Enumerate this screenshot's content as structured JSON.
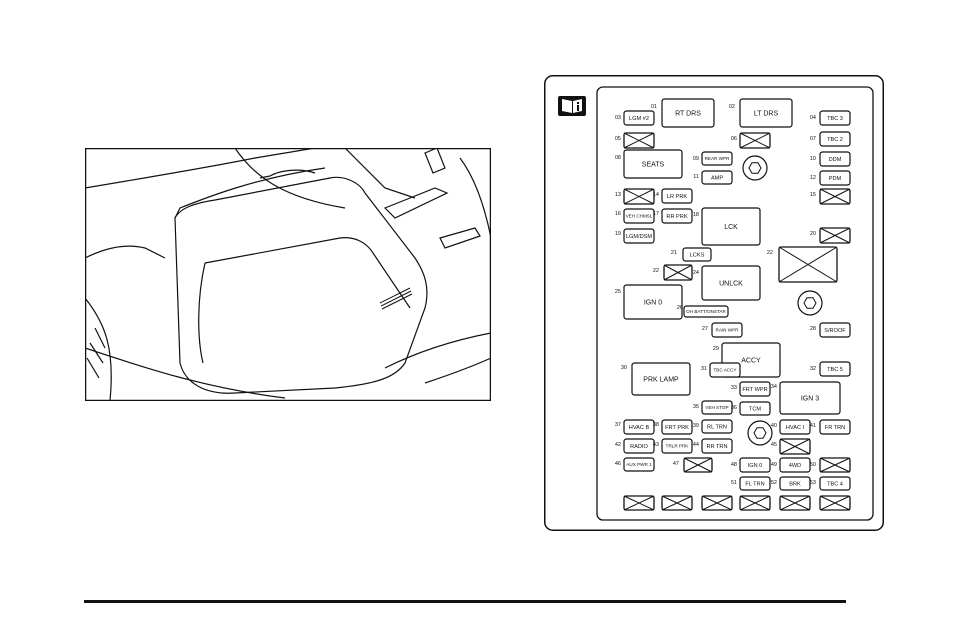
{
  "fuses": [
    {
      "id": "f01",
      "num": "01",
      "label": "RT DRS"
    },
    {
      "id": "f02",
      "num": "02",
      "label": "LT DRS"
    },
    {
      "id": "f03",
      "num": "03",
      "label": "LGM #2"
    },
    {
      "id": "f04",
      "num": "04",
      "label": "TBC 3"
    },
    {
      "id": "f05",
      "num": "05",
      "label": ""
    },
    {
      "id": "f06",
      "num": "06",
      "label": ""
    },
    {
      "id": "f07",
      "num": "07",
      "label": "TBC 2"
    },
    {
      "id": "f08",
      "num": "08",
      "label": "SEATS"
    },
    {
      "id": "f09",
      "num": "09",
      "label": "REAR WPR"
    },
    {
      "id": "f10",
      "num": "10",
      "label": "DDM"
    },
    {
      "id": "f11",
      "num": "11",
      "label": "AMP"
    },
    {
      "id": "f12",
      "num": "12",
      "label": "PDM"
    },
    {
      "id": "f13",
      "num": "13",
      "label": ""
    },
    {
      "id": "f14",
      "num": "14",
      "label": "LR PRK"
    },
    {
      "id": "f15",
      "num": "15",
      "label": ""
    },
    {
      "id": "f16",
      "num": "16",
      "label": "VEH CHMSL"
    },
    {
      "id": "f17",
      "num": "17",
      "label": "RR PRK"
    },
    {
      "id": "f18",
      "num": "18",
      "label": "LCK"
    },
    {
      "id": "f19",
      "num": "19",
      "label": "LGM/DSM"
    },
    {
      "id": "f20",
      "num": "20",
      "label": ""
    },
    {
      "id": "f21",
      "num": "21",
      "label": "LCKS"
    },
    {
      "id": "f22a",
      "num": "22",
      "label": ""
    },
    {
      "id": "f22b",
      "num": "22",
      "label": ""
    },
    {
      "id": "f24",
      "num": "24",
      "label": "UNLCK"
    },
    {
      "id": "f25",
      "num": "25",
      "label": "IGN 0"
    },
    {
      "id": "f26",
      "num": "26",
      "label": "OH BATT/ONSTAR"
    },
    {
      "id": "f27",
      "num": "27",
      "label": "RAIN WPR"
    },
    {
      "id": "f28",
      "num": "28",
      "label": "S/ROOF"
    },
    {
      "id": "f29",
      "num": "29",
      "label": "ACCY"
    },
    {
      "id": "f30",
      "num": "30",
      "label": "PRK LAMP"
    },
    {
      "id": "f31",
      "num": "31",
      "label": "TBC ACCY"
    },
    {
      "id": "f32",
      "num": "32",
      "label": "TBC 5"
    },
    {
      "id": "f33",
      "num": "33",
      "label": "FRT WPR"
    },
    {
      "id": "f34",
      "num": "34",
      "label": "IGN 3"
    },
    {
      "id": "f35",
      "num": "35",
      "label": "VEH STOP"
    },
    {
      "id": "f36",
      "num": "36",
      "label": "TCM"
    },
    {
      "id": "f37",
      "num": "37",
      "label": "HVAC B"
    },
    {
      "id": "f38",
      "num": "38",
      "label": "FRT PRK"
    },
    {
      "id": "f39",
      "num": "39",
      "label": "RL TRN"
    },
    {
      "id": "f40",
      "num": "40",
      "label": "HVAC I"
    },
    {
      "id": "f41",
      "num": "41",
      "label": "FR TRN"
    },
    {
      "id": "f42",
      "num": "42",
      "label": "RADIO"
    },
    {
      "id": "f43",
      "num": "43",
      "label": "TRLR PRK"
    },
    {
      "id": "f44",
      "num": "44",
      "label": "RR TRN"
    },
    {
      "id": "f45",
      "num": "45",
      "label": ""
    },
    {
      "id": "f46",
      "num": "46",
      "label": "AUX PWR 1"
    },
    {
      "id": "f47",
      "num": "47",
      "label": ""
    },
    {
      "id": "f48",
      "num": "48",
      "label": "IGN 0"
    },
    {
      "id": "f49",
      "num": "49",
      "label": "4WD"
    },
    {
      "id": "f50",
      "num": "50",
      "label": ""
    },
    {
      "id": "f51",
      "num": "51",
      "label": "FL TRN"
    },
    {
      "id": "f52",
      "num": "52",
      "label": "BRK"
    },
    {
      "id": "f53",
      "num": "53",
      "label": "TBC 4"
    }
  ],
  "book_icon": "manual-book-icon"
}
